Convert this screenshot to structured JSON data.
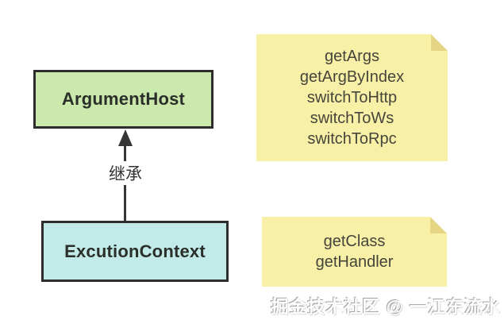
{
  "diagram": {
    "nodes": [
      {
        "id": "argument-host",
        "label": "ArgumentHost",
        "fill": "#cbe8ad"
      },
      {
        "id": "excution-context",
        "label": "ExcutionContext",
        "fill": "#c2eae8"
      }
    ],
    "edge": {
      "from": "ExcutionContext",
      "to": "ArgumentHost",
      "label": "继承",
      "style": "solid-arrow-up"
    },
    "notes": [
      {
        "id": "argument-host-methods",
        "lines": [
          "getArgs",
          "getArgByIndex",
          "switchToHttp",
          "switchToWs",
          "switchToRpc"
        ]
      },
      {
        "id": "excution-context-methods",
        "lines": [
          "getClass",
          "getHandler"
        ]
      }
    ],
    "watermark": "掘金技术社区 @ 一江东流水",
    "colors": {
      "node_green": "#cbe8ad",
      "node_cyan": "#c2eae8",
      "note_yellow": "#f8f0a6",
      "note_fold": "#e5d584",
      "border": "#2d2d2d",
      "text": "#333333"
    }
  }
}
